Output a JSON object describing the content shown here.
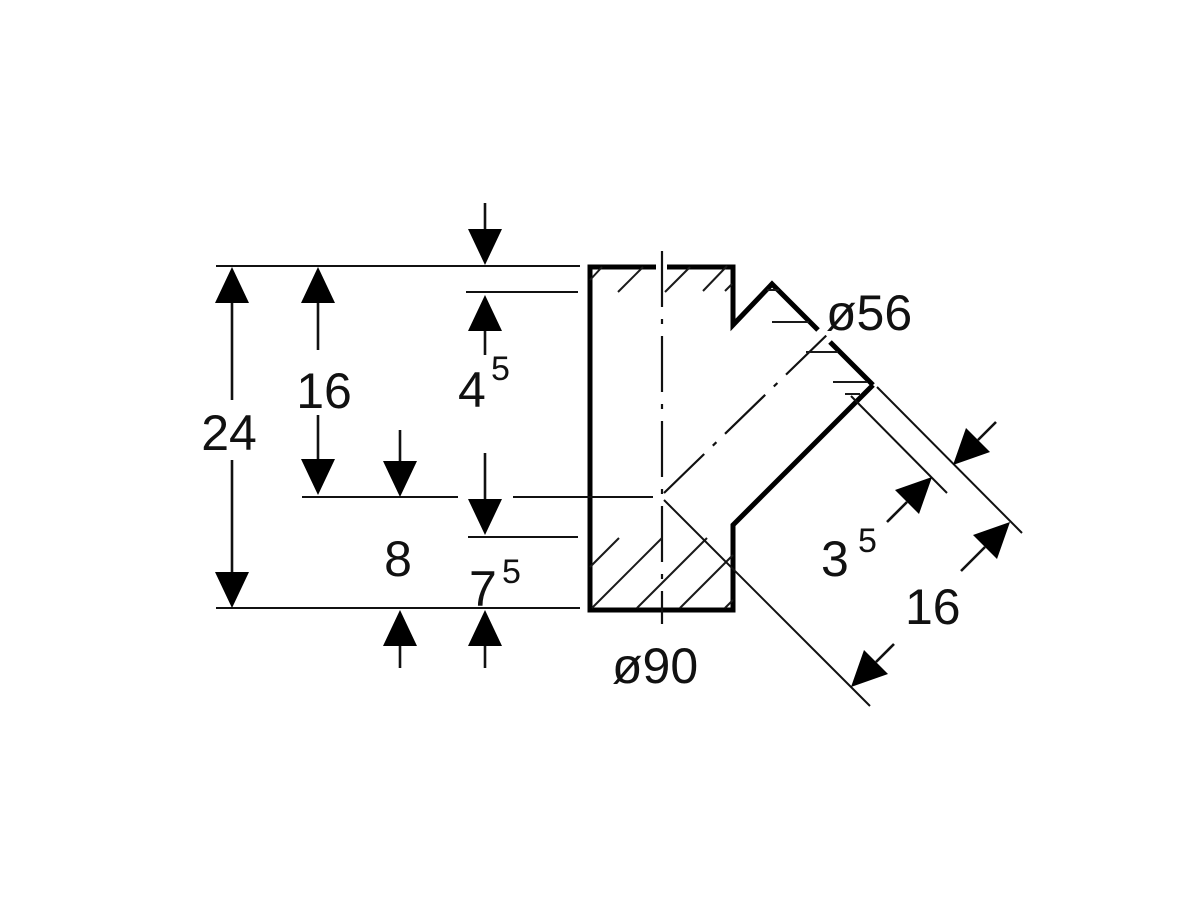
{
  "drawing": {
    "description": "Cross-section technical drawing of a 45-degree branch pipe fitting with dimension annotations",
    "background_color": "#ffffff",
    "line_color": "#000000",
    "dimensions": {
      "total_height": {
        "value": "24"
      },
      "upper_height": {
        "value": "16"
      },
      "top_wall_thickness": {
        "value": "4",
        "sup": "5"
      },
      "lower_height": {
        "value": "8"
      },
      "bottom_wall_thickness": {
        "value": "7",
        "sup": "5"
      },
      "branch_diameter": {
        "value": "ø56"
      },
      "body_diameter": {
        "value": "ø90"
      },
      "socket_rim_depth": {
        "value": "3",
        "sup": "5"
      },
      "socket_length": {
        "value": "16"
      }
    }
  }
}
